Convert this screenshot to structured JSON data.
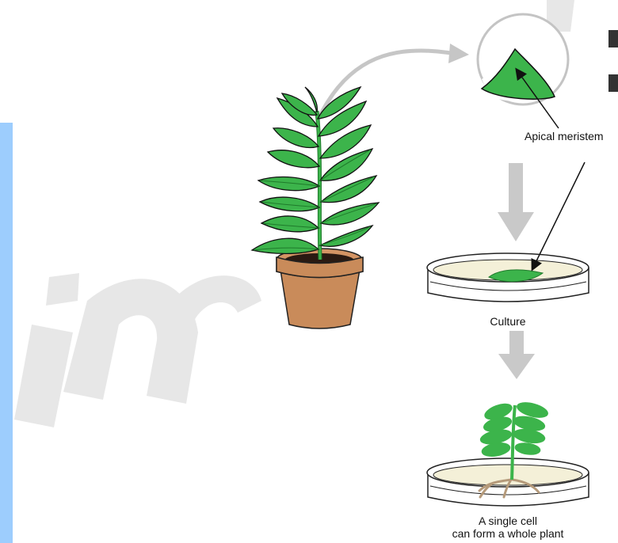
{
  "labels": {
    "apical_meristem": "Apical meristem",
    "culture": "Culture",
    "single_cell_line1": "A single cell",
    "single_cell_line2": "can form a whole plant"
  },
  "colors": {
    "left_panel": "#9dcdfd",
    "leaf_green": "#3cb44b",
    "leaf_dark": "#1f7a2b",
    "pot": "#c98b5a",
    "soil": "#2a1a12",
    "dish_fill": "#f4f0d8",
    "flow_arrow": "#c9c9c9",
    "watermark": "#dcdcdc"
  }
}
